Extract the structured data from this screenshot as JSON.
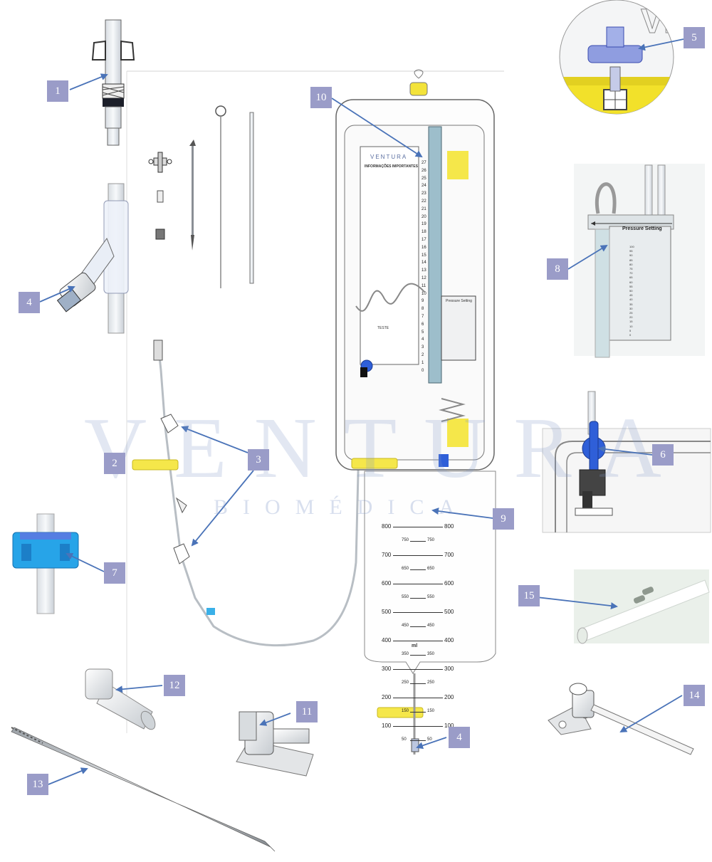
{
  "callouts": [
    "1",
    "2",
    "3",
    "3",
    "4",
    "4",
    "5",
    "6",
    "7",
    "8",
    "9",
    "10",
    "11",
    "12",
    "13",
    "14",
    "15"
  ],
  "watermark": {
    "brand": "VENTURA",
    "sub": "BIOMÉDICA"
  },
  "bag": {
    "brand": "VENTURA",
    "info_title": "INFORMAÇÕES IMPORTANTES",
    "pressure_label": "Pressure Setting",
    "teste_label": "TESTE",
    "unit": "ml",
    "scale_left": [
      "800",
      "700",
      "600",
      "500",
      "400",
      "300",
      "200",
      "100"
    ],
    "scale_right": [
      "800",
      "700",
      "600",
      "500",
      "400",
      "300",
      "200",
      "100"
    ],
    "scale_mid": [
      "750",
      "650",
      "550",
      "450",
      "350",
      "250",
      "150",
      "50"
    ],
    "ruler": [
      "27",
      "26",
      "25",
      "24",
      "23",
      "22",
      "21",
      "20",
      "19",
      "18",
      "17",
      "16",
      "15",
      "14",
      "13",
      "12",
      "11",
      "10",
      "9",
      "8",
      "7",
      "6",
      "5",
      "4",
      "3",
      "2",
      "1",
      "0"
    ]
  },
  "detail8": {
    "label": "Pressure Setting",
    "scale": [
      "100",
      "95",
      "90",
      "85",
      "80",
      "75",
      "70",
      "65",
      "60",
      "55",
      "50",
      "45",
      "40",
      "35",
      "30",
      "25",
      "20",
      "15",
      "10",
      "5",
      "0"
    ]
  },
  "colors": {
    "callout": "#9a9cc8",
    "arrow": "#4a73b8",
    "clamp": "#f5e74a",
    "stopcock": "#2f5fd8",
    "filter": "#3a8ce0"
  }
}
